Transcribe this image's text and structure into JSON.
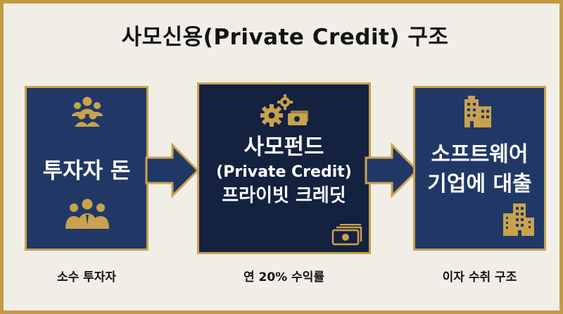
{
  "title": "사모신용(Private Credit) 구조",
  "boxes": {
    "left": {
      "label": "투자자 돈"
    },
    "middle": {
      "line1": "사모펀드",
      "line2": "(Private Credit)",
      "line3": "프라이빗 크레딧"
    },
    "right": {
      "line1": "소프트웨어",
      "line2": "기업에 대출"
    }
  },
  "captions": {
    "left": "소수 투자자",
    "middle": "연 20% 수익률",
    "right": "이자 수취 구조"
  },
  "colors": {
    "gold": "#c9a24e",
    "navy_light": "#213866",
    "navy_dark": "#14213f",
    "background": "#f1eee7"
  },
  "icons": [
    "people-group-icon",
    "investors-icon",
    "gears-icon",
    "money-icon",
    "building-icon"
  ]
}
